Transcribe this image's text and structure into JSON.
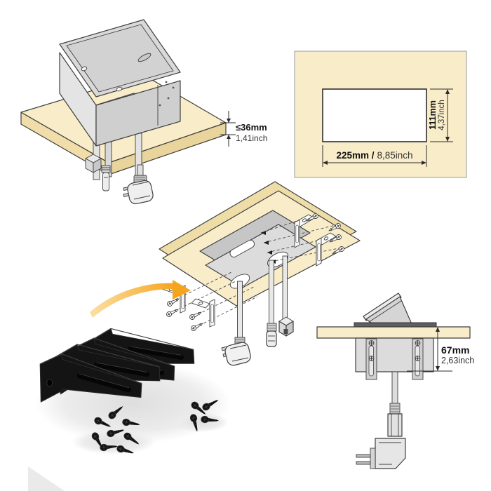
{
  "labels": {
    "thickness": {
      "mm": "≤36mm",
      "inch": "1,41inch"
    },
    "cutout_width": {
      "mm": "225mm /",
      "inch": "8,85inch"
    },
    "cutout_height": {
      "mm": "111mm",
      "inch": "4,37inch"
    },
    "depth": {
      "mm": "67mm",
      "inch": "2,63inch"
    }
  },
  "colors": {
    "wood_top": "#F8ECC9",
    "wood_side": "#EFDDA8",
    "metal_light": "#DCDCDC",
    "metal_mid": "#C9C9C9",
    "outline": "#3F3F3F",
    "arrow_orange": "#F6A41D",
    "hardware_black": "#141414"
  }
}
